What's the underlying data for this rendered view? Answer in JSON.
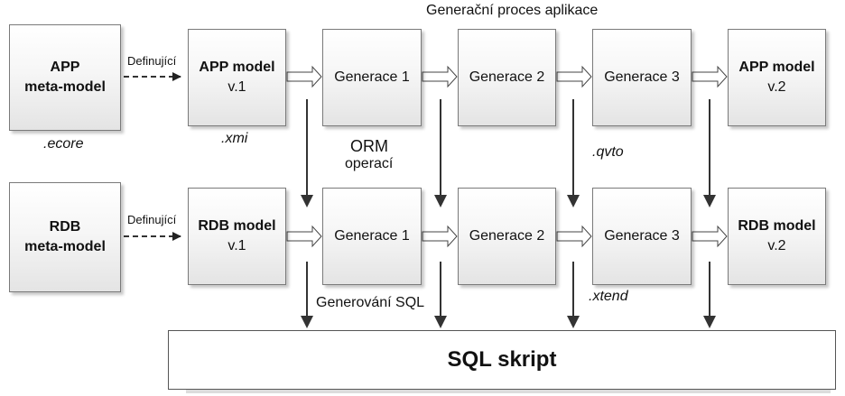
{
  "title": "Generační proces aplikace",
  "app_meta": {
    "line1": "APP",
    "line2": "meta-model",
    "ext": ".ecore"
  },
  "rdb_meta": {
    "line1": "RDB",
    "line2": "meta-model"
  },
  "defining_label": "Definující",
  "app_model_v1": {
    "line1": "APP model",
    "line2": "v.1",
    "ext": ".xmi"
  },
  "rdb_model_v1": {
    "line1": "RDB model",
    "line2": "v.1"
  },
  "app_gen": [
    "Generace 1",
    "Generace 2",
    "Generace 3"
  ],
  "rdb_gen": [
    "Generace 1",
    "Generace 2",
    "Generace 3"
  ],
  "app_model_v2": {
    "line1": "APP model",
    "line2": "v.2"
  },
  "rdb_model_v2": {
    "line1": "RDB model",
    "line2": "v.2"
  },
  "orm": {
    "line1": "ORM",
    "line2": "operací"
  },
  "qvto": ".qvto",
  "xtend": ".xtend",
  "gen_sql": "Generování SQL",
  "sql_script": "SQL skript"
}
